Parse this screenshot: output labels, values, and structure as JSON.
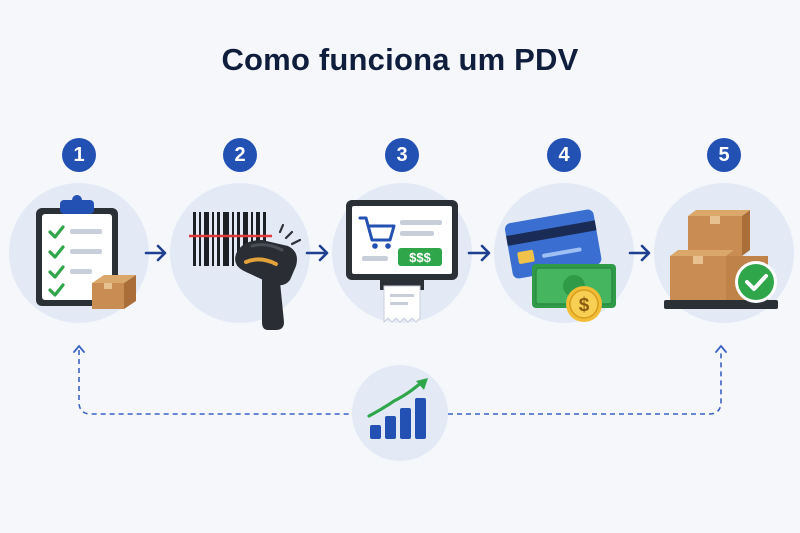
{
  "title": "Como funciona um PDV",
  "steps": [
    {
      "number": "1",
      "icon": "checklist-clipboard-box-icon"
    },
    {
      "number": "2",
      "icon": "barcode-scanner-icon"
    },
    {
      "number": "3",
      "icon": "pos-monitor-receipt-icon"
    },
    {
      "number": "4",
      "icon": "card-cash-coin-icon"
    },
    {
      "number": "5",
      "icon": "boxes-check-icon"
    }
  ],
  "monitor_price_label": "$$$",
  "coin_label": "$",
  "center_icon": "growth-bar-chart-icon",
  "colors": {
    "title": "#0f1e3d",
    "accent_blue": "#2350b3",
    "circle_bg": "#e3eaf6",
    "green": "#2fa64a",
    "box_brown": "#c98c52",
    "dark": "#2b2f36",
    "background": "#f5f7fb"
  }
}
